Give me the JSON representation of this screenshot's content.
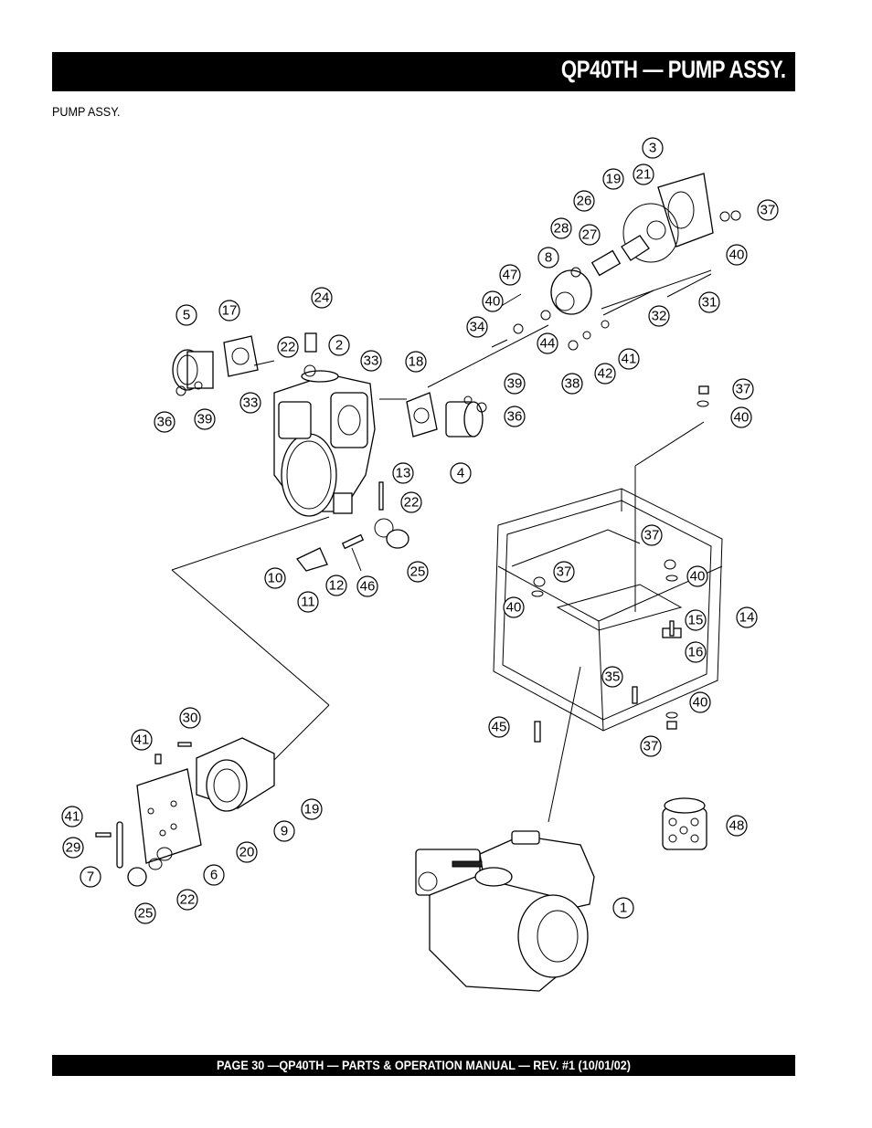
{
  "header": {
    "title": "QP40TH  — PUMP ASSY."
  },
  "section_label": "PUMP ASSY.",
  "footer": {
    "text": "PAGE 30 —QP40TH — PARTS & OPERATION MANUAL — REV. #1 (10/01/02)"
  },
  "callouts": [
    "3",
    "19",
    "21",
    "26",
    "37",
    "27",
    "28",
    "8",
    "40",
    "47",
    "40",
    "31",
    "32",
    "34",
    "44",
    "41",
    "38",
    "42",
    "24",
    "17",
    "5",
    "22",
    "2",
    "33",
    "18",
    "39",
    "36",
    "36",
    "39",
    "33",
    "4",
    "13",
    "22",
    "25",
    "46",
    "12",
    "11",
    "10",
    "37",
    "40",
    "37",
    "40",
    "37",
    "14",
    "40",
    "15",
    "16",
    "35",
    "40",
    "45",
    "37",
    "41",
    "30",
    "19",
    "9",
    "20",
    "6",
    "41",
    "29",
    "7",
    "25",
    "22",
    "48",
    "1"
  ]
}
